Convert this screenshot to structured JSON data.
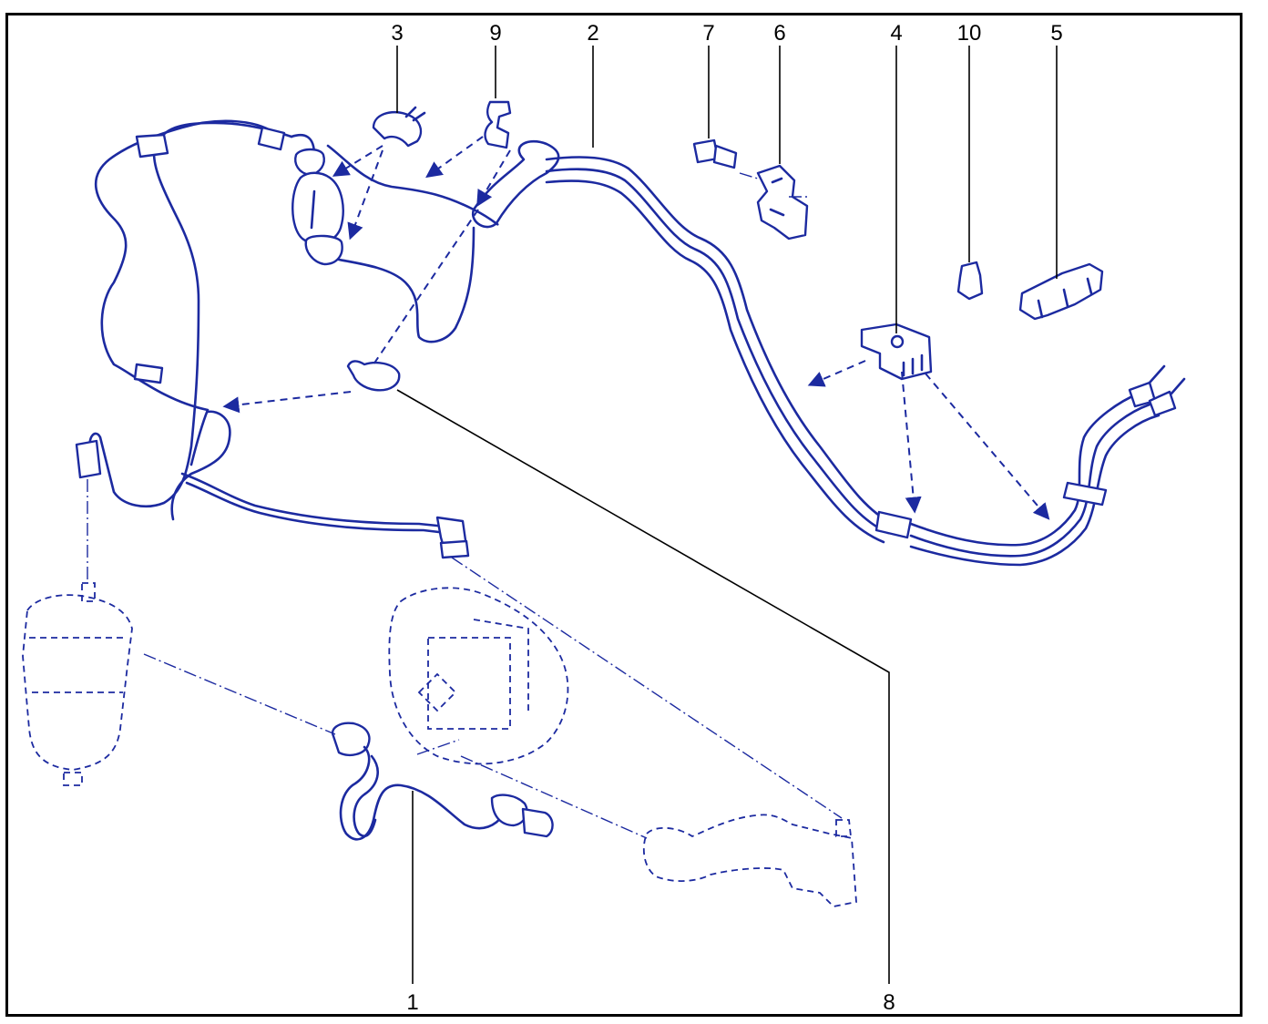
{
  "diagram": {
    "callouts": [
      {
        "id": "c3",
        "label": "3"
      },
      {
        "id": "c9",
        "label": "9"
      },
      {
        "id": "c2",
        "label": "2"
      },
      {
        "id": "c7",
        "label": "7"
      },
      {
        "id": "c6",
        "label": "6"
      },
      {
        "id": "c4",
        "label": "4"
      },
      {
        "id": "c10",
        "label": "10"
      },
      {
        "id": "c5",
        "label": "5"
      },
      {
        "id": "c1",
        "label": "1"
      },
      {
        "id": "c8",
        "label": "8"
      }
    ],
    "colors": {
      "line_art": "#1c2aa0",
      "leader_lines": "#000000",
      "frame": "#000000"
    }
  }
}
